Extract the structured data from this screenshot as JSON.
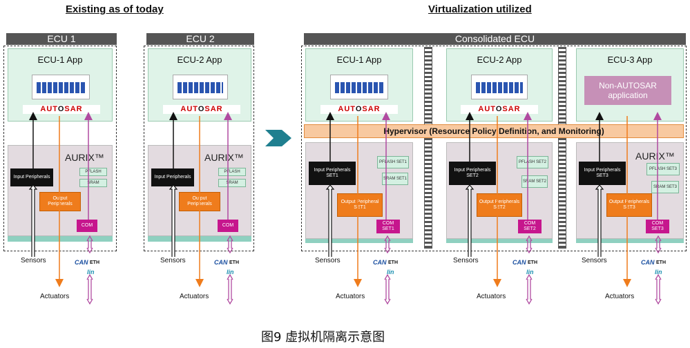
{
  "headings": {
    "left": "Existing as of today",
    "right": "Virtualization utilized"
  },
  "ecu1": {
    "title": "ECU 1",
    "app": "ECU-1 App",
    "aurix": "AURIX™",
    "input": "Input Peripherals",
    "output": "Output Peripherals",
    "pflash": "PFLASH",
    "sram": "SRAM",
    "com": "COM"
  },
  "ecu2": {
    "title": "ECU 2",
    "app": "ECU-2 App",
    "aurix": "AURIX™",
    "input": "Input Peripherals",
    "output": "Output Peripherals",
    "pflash": "PFLASH",
    "sram": "SRAM",
    "com": "COM"
  },
  "consolidated": {
    "title": "Consolidated ECU",
    "hypervisor": "Hypervisor (Resource Policy Definition, and Monitoring)",
    "aurix": "AURIX™",
    "partitions": [
      {
        "app": "ECU-1 App",
        "input": "Input Peripherals SET1",
        "output": "Output Peripheral SET1",
        "pflash": "PFLASH SET1",
        "sram": "SRAM SET1",
        "com": "COM SET1"
      },
      {
        "app": "ECU-2 App",
        "input": "Input Peripherals SET2",
        "output": "Output Peripherals SET2",
        "pflash": "PFLASH SET2",
        "sram": "SRAM SET2",
        "com": "COM SET2"
      },
      {
        "app": "ECU-3 App",
        "input": "Input Peripherals SET3",
        "output": "Output Peripherals SET3",
        "pflash": "PFLASH SET3",
        "sram": "SRAM SET3",
        "com": "COM SET3",
        "non_autosar": "Non-AUTOSAR application"
      }
    ]
  },
  "io": {
    "sensors": "Sensors",
    "actuators": "Actuators",
    "can": "CAN",
    "eth": "ETH",
    "lin": "lin"
  },
  "autosar_logo": "AUTOSAR",
  "caption": "图9 虚拟机隔离示意图",
  "colors": {
    "app_bg": "#dff3e8",
    "aurix_bg": "#e3dbe0",
    "output": "#ef7c1c",
    "com": "#c6168d",
    "hypervisor": "#f8c9a0",
    "arrow_orange": "#ef7c1c",
    "arrow_purple": "#b04aa0"
  }
}
